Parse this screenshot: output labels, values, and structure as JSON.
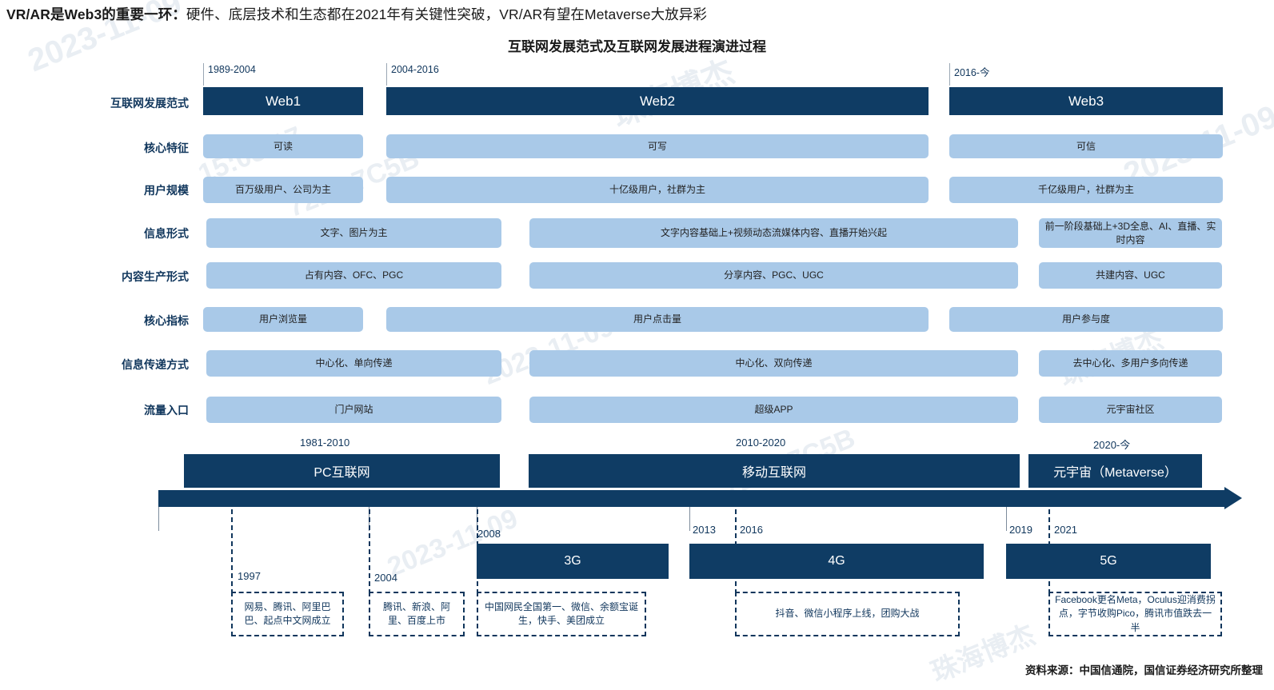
{
  "headline": {
    "bold": "VR/AR是Web3的重要一环：",
    "rest": "硬件、底层技术和生态都在2021年有关键性突破，VR/AR有望在Metaverse大放异彩"
  },
  "chart_title": "互联网发展范式及互联网发展进程演进过程",
  "colors": {
    "dark_blue": "#0f3c64",
    "light_blue": "#a9c9e8",
    "label_blue": "#10365c",
    "watermark": "#e9eef3"
  },
  "watermarks": [
    "2023-11-09",
    "15:03:17",
    "72BA7C5B",
    "珠海博杰"
  ],
  "row_labels": [
    "互联网发展范式",
    "核心特征",
    "用户规模",
    "信息形式",
    "内容生产形式",
    "核心指标",
    "信息传递方式",
    "流量入口"
  ],
  "phases": [
    {
      "period": "1989-2004",
      "name": "Web1"
    },
    {
      "period": "2004-2016",
      "name": "Web2"
    },
    {
      "period": "2016-今",
      "name": "Web3"
    }
  ],
  "matrix": {
    "核心特征": [
      "可读",
      "可写",
      "可信"
    ],
    "用户规模": [
      "百万级用户、公司为主",
      "十亿级用户，社群为主",
      "千亿级用户，社群为主"
    ],
    "信息形式": [
      "文字、图片为主",
      "文字内容基础上+视频动态流媒体内容、直播开始兴起",
      "前一阶段基础上+3D全息、AI、直播、实时内容"
    ],
    "内容生产形式": [
      "占有内容、OFC、PGC",
      "分享内容、PGC、UGC",
      "共建内容、UGC"
    ],
    "核心指标": [
      "用户浏览量",
      "用户点击量",
      "用户参与度"
    ],
    "信息传递方式": [
      "中心化、单向传递",
      "中心化、双向传递",
      "去中心化、多用户多向传递"
    ],
    "流量入口": [
      "门户网站",
      "超级APP",
      "元宇宙社区"
    ]
  },
  "eras": [
    {
      "period": "1981-2010",
      "name": "PC互联网"
    },
    {
      "period": "2010-2020",
      "name": "移动互联网"
    },
    {
      "period": "2020-今",
      "name": "元宇宙（Metaverse）"
    }
  ],
  "milestones": [
    {
      "year": "1997",
      "text": "网易、腾讯、阿里巴巴、起点中文网成立"
    },
    {
      "year": "2004",
      "text": "腾讯、新浪、阿里、百度上市"
    },
    {
      "year": "2008",
      "text": "中国网民全国第一、微信、余额宝诞生，快手、美团成立"
    },
    {
      "year": "2013",
      "text": ""
    },
    {
      "year": "2016",
      "text": "抖音、微信小程序上线，团购大战"
    },
    {
      "year": "2019",
      "text": ""
    },
    {
      "year": "2021",
      "text": "Facebook更名Meta，Oculus迎消费拐点，字节收购Pico，腾讯市值跌去一半"
    }
  ],
  "networks": [
    {
      "label": "3G",
      "start_year": "2008"
    },
    {
      "label": "4G",
      "start_year": "2013"
    },
    {
      "label": "5G",
      "start_year": "2019"
    }
  ],
  "source": "资料来源：中国信通院，国信证券经济研究所整理"
}
